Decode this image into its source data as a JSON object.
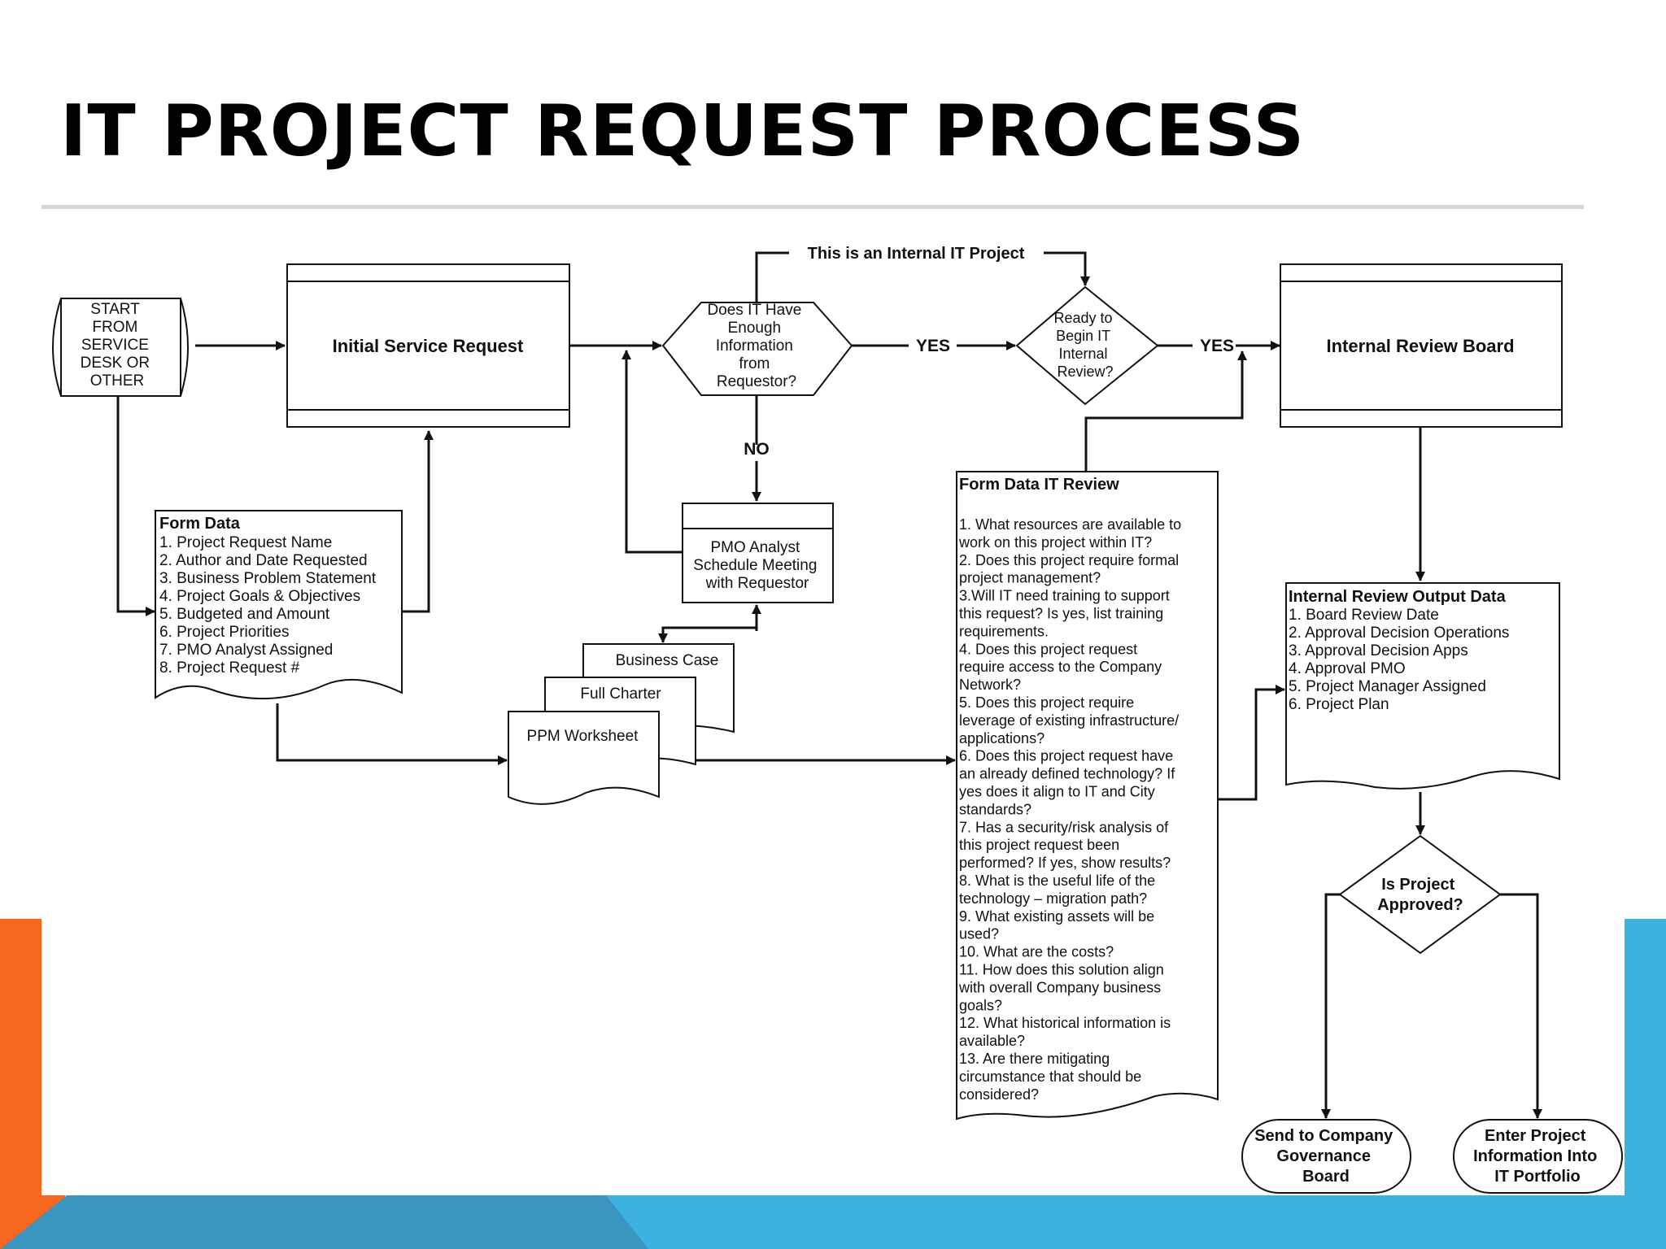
{
  "slide": {
    "title": "IT PROJECT REQUEST PROCESS"
  },
  "theme": {
    "accent_orange": "#f7681f",
    "accent_blue": "#3db2e0",
    "accent_dark_blue": "#3a96c0",
    "rule_gray": "#d5d8d8"
  },
  "diagram": {
    "start": [
      "START",
      "FROM",
      "SERVICE",
      "DESK OR",
      "OTHER"
    ],
    "initial_request": "Initial Service Request",
    "form_data": {
      "title": "Form Data",
      "items": [
        "1. Project Request Name",
        "2. Author and Date Requested",
        "3. Business Problem Statement",
        "4. Project Goals & Objectives",
        "5. Budgeted and Amount",
        "6. Project Priorities",
        "7. PMO Analyst Assigned",
        "8. Project Request #"
      ]
    },
    "decision_info": [
      "Does IT Have",
      "Enough",
      "Information",
      "from",
      "Requestor?"
    ],
    "internal_project_label": "This is an Internal IT Project",
    "yes_label": "YES",
    "no_label": "NO",
    "decision_ready": [
      "Ready to",
      "Begin IT",
      "Internal",
      "Review?"
    ],
    "internal_review_board": "Internal Review Board",
    "pmo_analyst": [
      "PMO Analyst",
      "Schedule Meeting",
      "with Requestor"
    ],
    "documents": {
      "business_case": "Business Case",
      "full_charter": "Full Charter",
      "ppm_worksheet": "PPM Worksheet"
    },
    "form_data_it_review": {
      "title": "Form Data IT Review",
      "lines": [
        "1. What resources are available to",
        "work on this project within IT?",
        "2. Does this project require formal",
        "project management?",
        "3.Will IT need training to support",
        "this request? Is yes, list training",
        "requirements.",
        "4. Does this project request",
        "require access to the Company",
        "Network?",
        "5. Does this project require",
        "leverage of existing infrastructure/",
        "applications?",
        "6. Does this project request have",
        "an already defined technology? If",
        "yes does it align to IT and City",
        "standards?",
        "7. Has a security/risk analysis of",
        "this project request been",
        "performed? If yes, show results?",
        "8. What is the useful life of the",
        "technology – migration path?",
        "9. What existing assets will be",
        "used?",
        "10. What are the costs?",
        "11. How does this solution align",
        "with overall Company business",
        "goals?",
        "12. What historical information is",
        "available?",
        "13. Are there mitigating",
        "circumstance that should be",
        "considered?"
      ]
    },
    "review_output": {
      "title": "Internal Review Output Data",
      "items": [
        "1. Board Review Date",
        "2. Approval Decision Operations",
        "3. Approval Decision Apps",
        "4. Approval PMO",
        "5. Project Manager Assigned",
        "6. Project Plan"
      ]
    },
    "decision_approved": [
      "Is Project",
      "Approved?"
    ],
    "governance": [
      "Send to Company",
      "Governance",
      "Board"
    ],
    "portfolio": [
      "Enter Project",
      "Information Into",
      "IT Portfolio"
    ]
  }
}
